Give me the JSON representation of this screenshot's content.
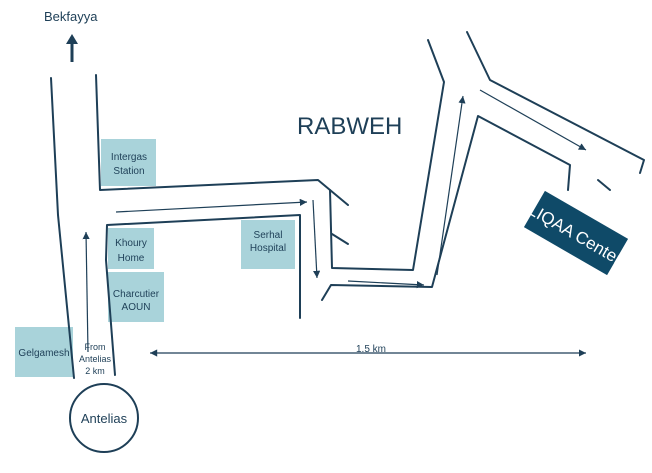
{
  "map": {
    "north_label": "Bekfayya",
    "area_label": "RABWEH",
    "distance_label": "1.5 km",
    "start_circle": "Antelias",
    "from_antelias": [
      "From",
      "Antelias",
      "2 km"
    ],
    "destination": "LIQAA Center",
    "landmarks": {
      "intergas": [
        "Intergas",
        "Station"
      ],
      "khoury": [
        "Khoury",
        "Home"
      ],
      "charcutier": [
        "Charcutier",
        "AOUN"
      ],
      "serhal": [
        "Serhal",
        "Hospital"
      ],
      "gelgamesh": [
        "Gelgamesh"
      ]
    }
  },
  "colors": {
    "road": "#1e3f57",
    "landmark_fill": "#a9d3da",
    "destination_fill": "#0f4a68",
    "destination_text": "#ffffff",
    "label_text": "#1e3f57"
  },
  "icons": [
    "north-arrow-icon",
    "direction-arrow-icon"
  ]
}
